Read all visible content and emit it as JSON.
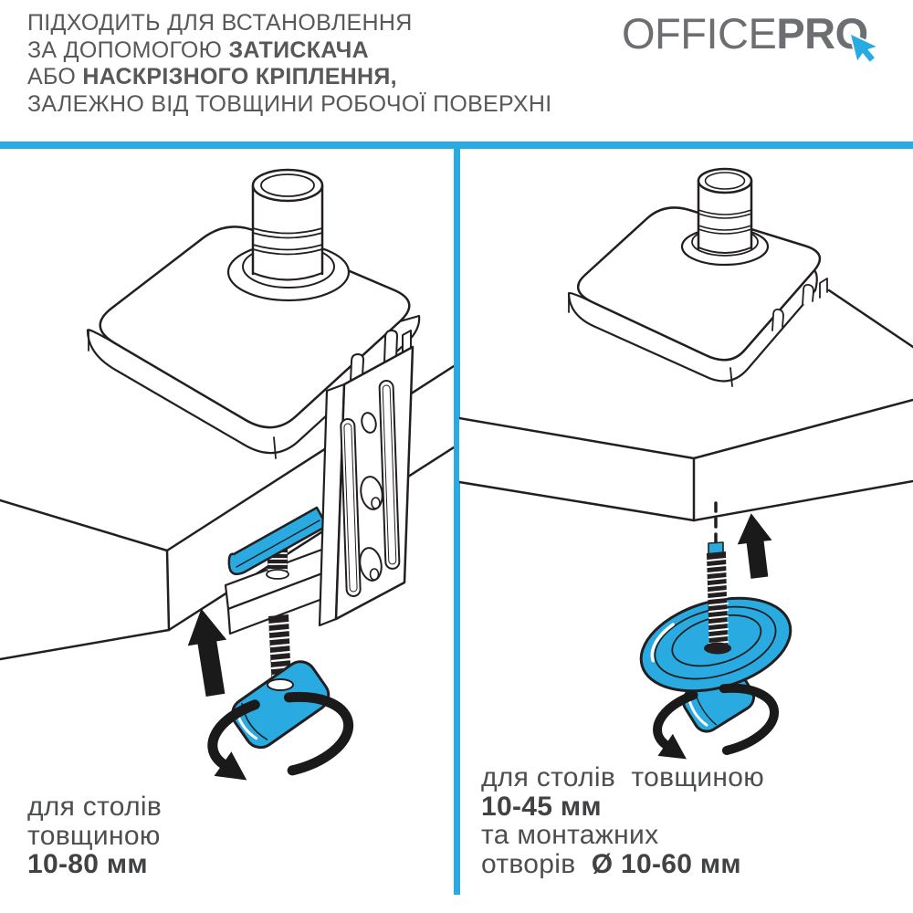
{
  "header": {
    "lines": [
      [
        {
          "t": "ПІДХОДИТЬ ДЛЯ ВСТАНОВЛЕННЯ",
          "b": false
        }
      ],
      [
        {
          "t": "ЗА ДОПОМОГОЮ ",
          "b": false
        },
        {
          "t": "ЗАТИСКАЧА",
          "b": true
        }
      ],
      [
        {
          "t": "АБО ",
          "b": false
        },
        {
          "t": "НАСКРІЗНОГО КРІПЛЕННЯ,",
          "b": true
        }
      ],
      [
        {
          "t": "ЗАЛЕЖНО ВІД ТОВЩИНИ РОБОЧОЇ ПОВЕРХНІ",
          "b": false
        }
      ]
    ],
    "text_color": "#57585a"
  },
  "logo": {
    "office": "OFFICE",
    "pro": "PRO",
    "color": "#6d6e71",
    "cursor_icon": "mouse-cursor-icon",
    "cursor_color": "#29abe2"
  },
  "divider_color": "#29abe2",
  "panels": {
    "left": {
      "illustration": "desk-clamp-mount",
      "caption": [
        [
          {
            "t": "для столів",
            "b": false
          }
        ],
        [
          {
            "t": "товщиною",
            "b": false
          }
        ],
        [
          {
            "t": "10-80 мм",
            "b": true
          }
        ]
      ]
    },
    "right": {
      "illustration": "grommet-through-hole-mount",
      "caption": [
        [
          {
            "t": "для столів  товщиною",
            "b": false
          }
        ],
        [
          {
            "t": "10-45 мм",
            "b": true
          }
        ],
        [
          {
            "t": "та монтажних",
            "b": false
          }
        ],
        [
          {
            "t": "отворів  ",
            "b": false
          },
          {
            "t": "Ø 10-60 мм",
            "b": true
          }
        ]
      ]
    }
  },
  "colors": {
    "accent": "#29abe2",
    "line_art": "#231f20",
    "arrow": "#1a1a1a",
    "caption_text": "#4d4e50",
    "header_text": "#57585a",
    "logo_gray": "#6d6e71"
  }
}
